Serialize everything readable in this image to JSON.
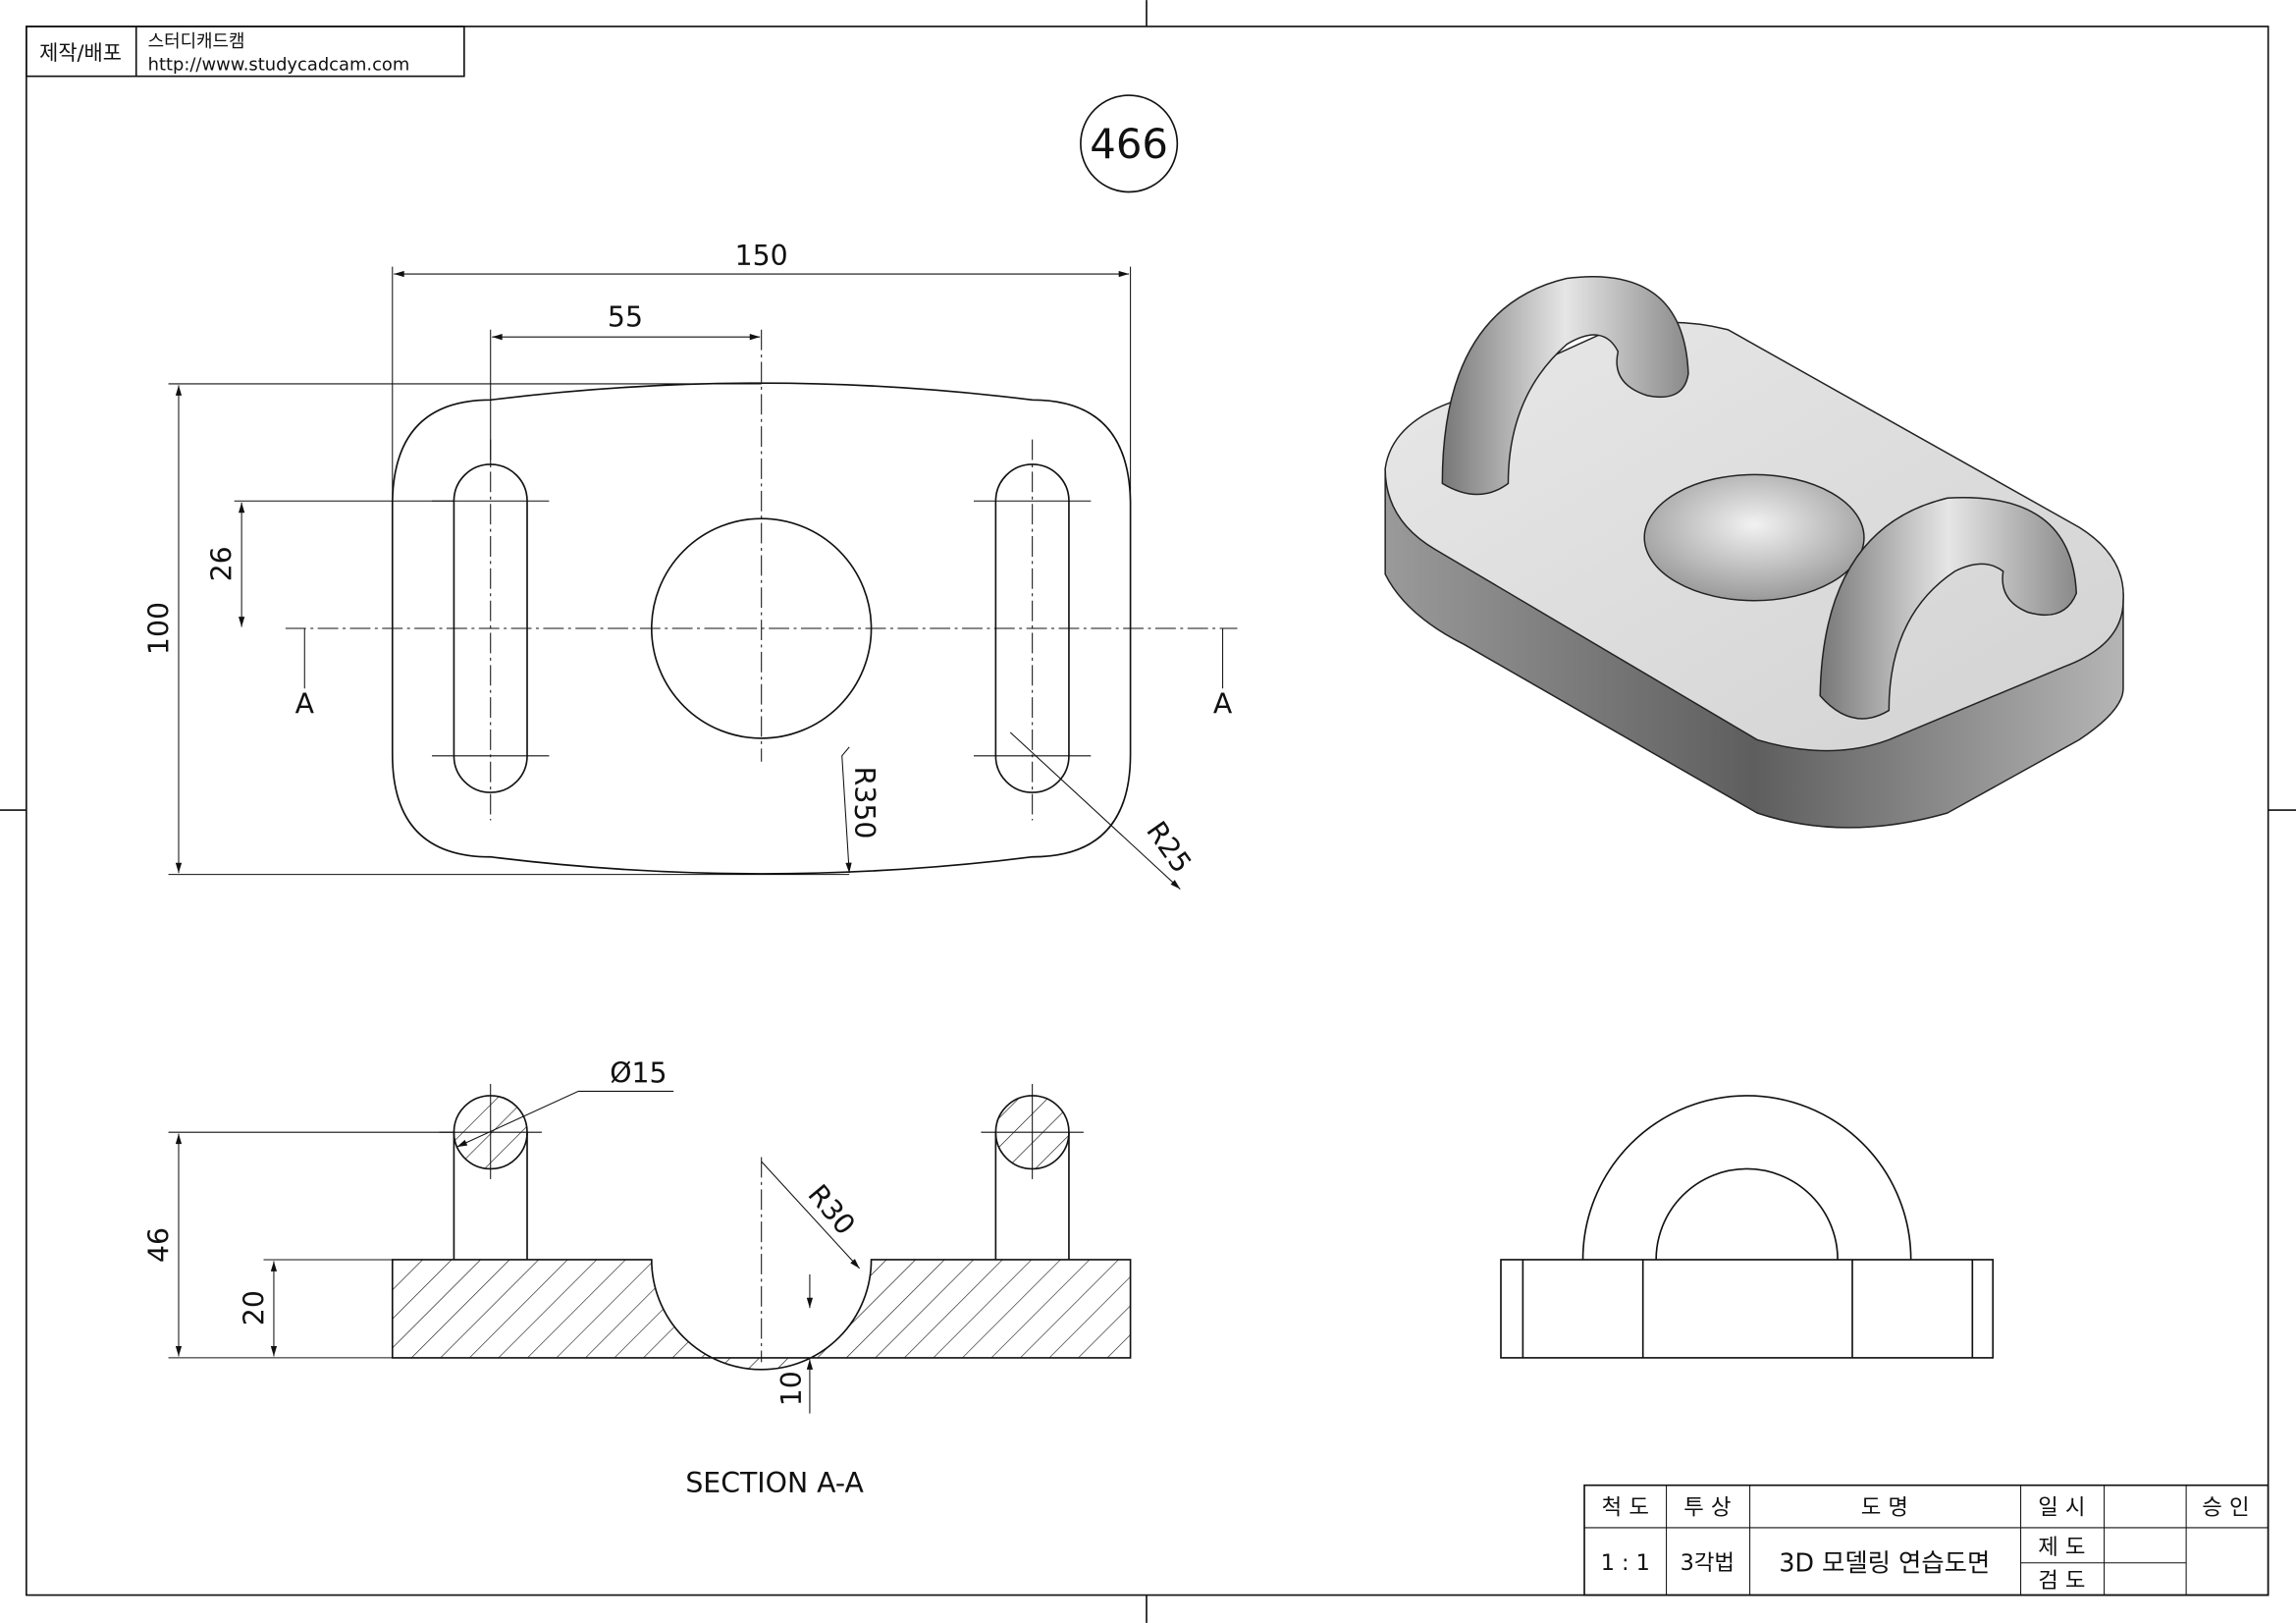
{
  "header": {
    "label": "제작/배포",
    "company": "스터디캐드캠",
    "url": "http://www.studycadcam.com"
  },
  "drawing_number": "466",
  "top_view": {
    "dims": {
      "width": "150",
      "slot_spacing": "55",
      "height": "100",
      "offset": "26",
      "arc_radius": "R350",
      "corner_radius": "R25"
    },
    "section_mark": "A"
  },
  "section_view": {
    "dims": {
      "boss_diameter": "Ø15",
      "total_height": "46",
      "plate_thickness": "20",
      "bowl_depth": "10",
      "bowl_radius": "R30"
    },
    "caption": "SECTION A-A"
  },
  "title_block": {
    "scale_label": "척 도",
    "projection_label": "투 상",
    "name_label": "도 명",
    "date_label": "일 시",
    "approve_label": "승 인",
    "scale": "1 : 1",
    "projection": "3각법",
    "name": "3D 모델링 연습도면",
    "drawn_label": "제 도",
    "checked_label": "검 도"
  }
}
